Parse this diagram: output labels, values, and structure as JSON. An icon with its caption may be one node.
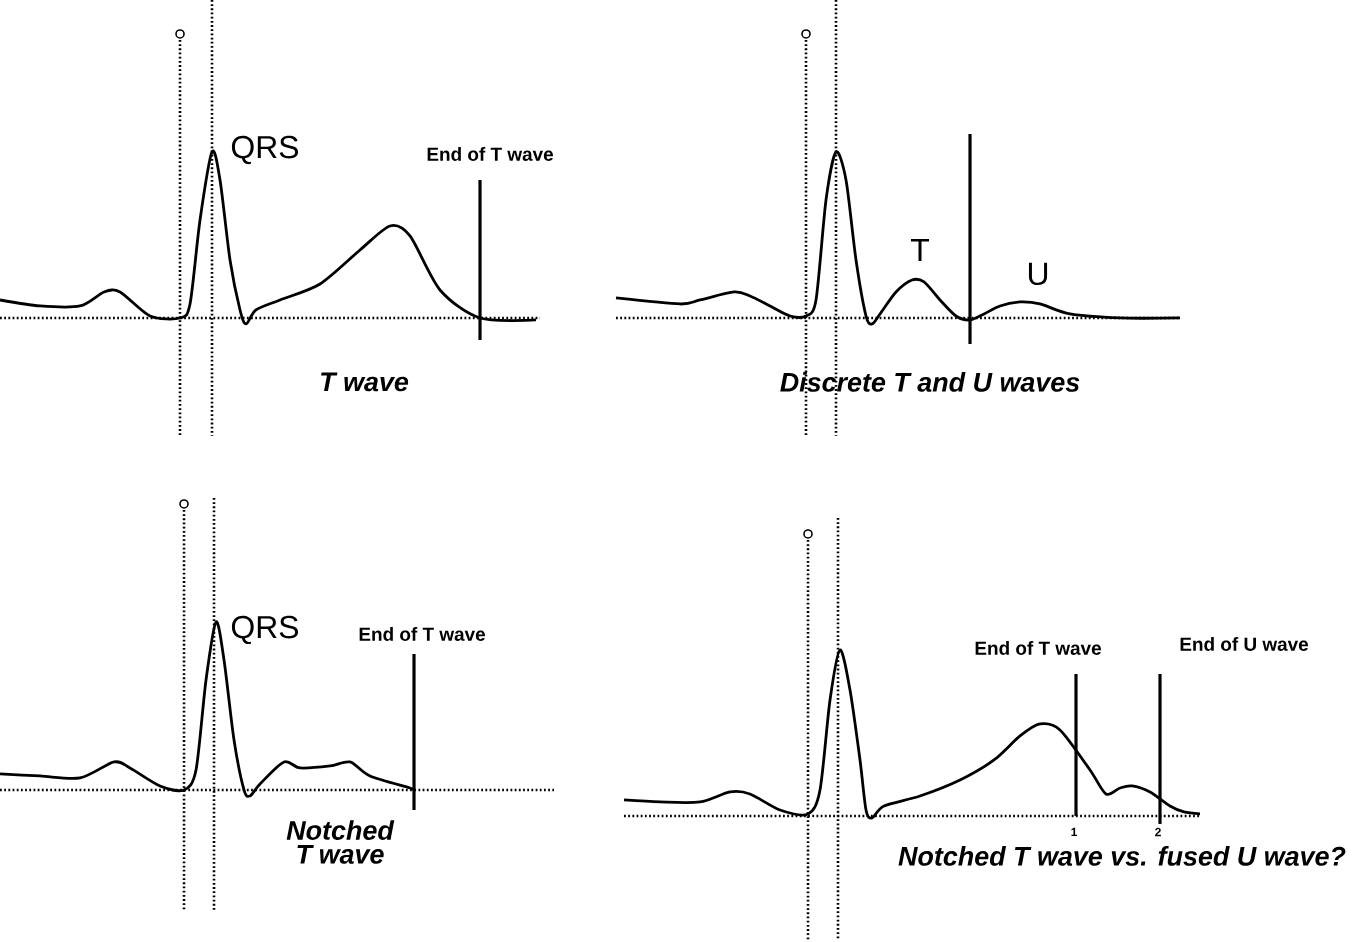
{
  "diagram": {
    "labels": [
      "QRS",
      "End of T wave",
      "T wave",
      "T",
      "U",
      "Discrete T and U waves",
      "QRS",
      "End of T wave",
      "Notched T wave",
      "End of T wave",
      "End of U wave",
      "1",
      "2",
      "Notched T wave vs. fused U wave?"
    ]
  }
}
